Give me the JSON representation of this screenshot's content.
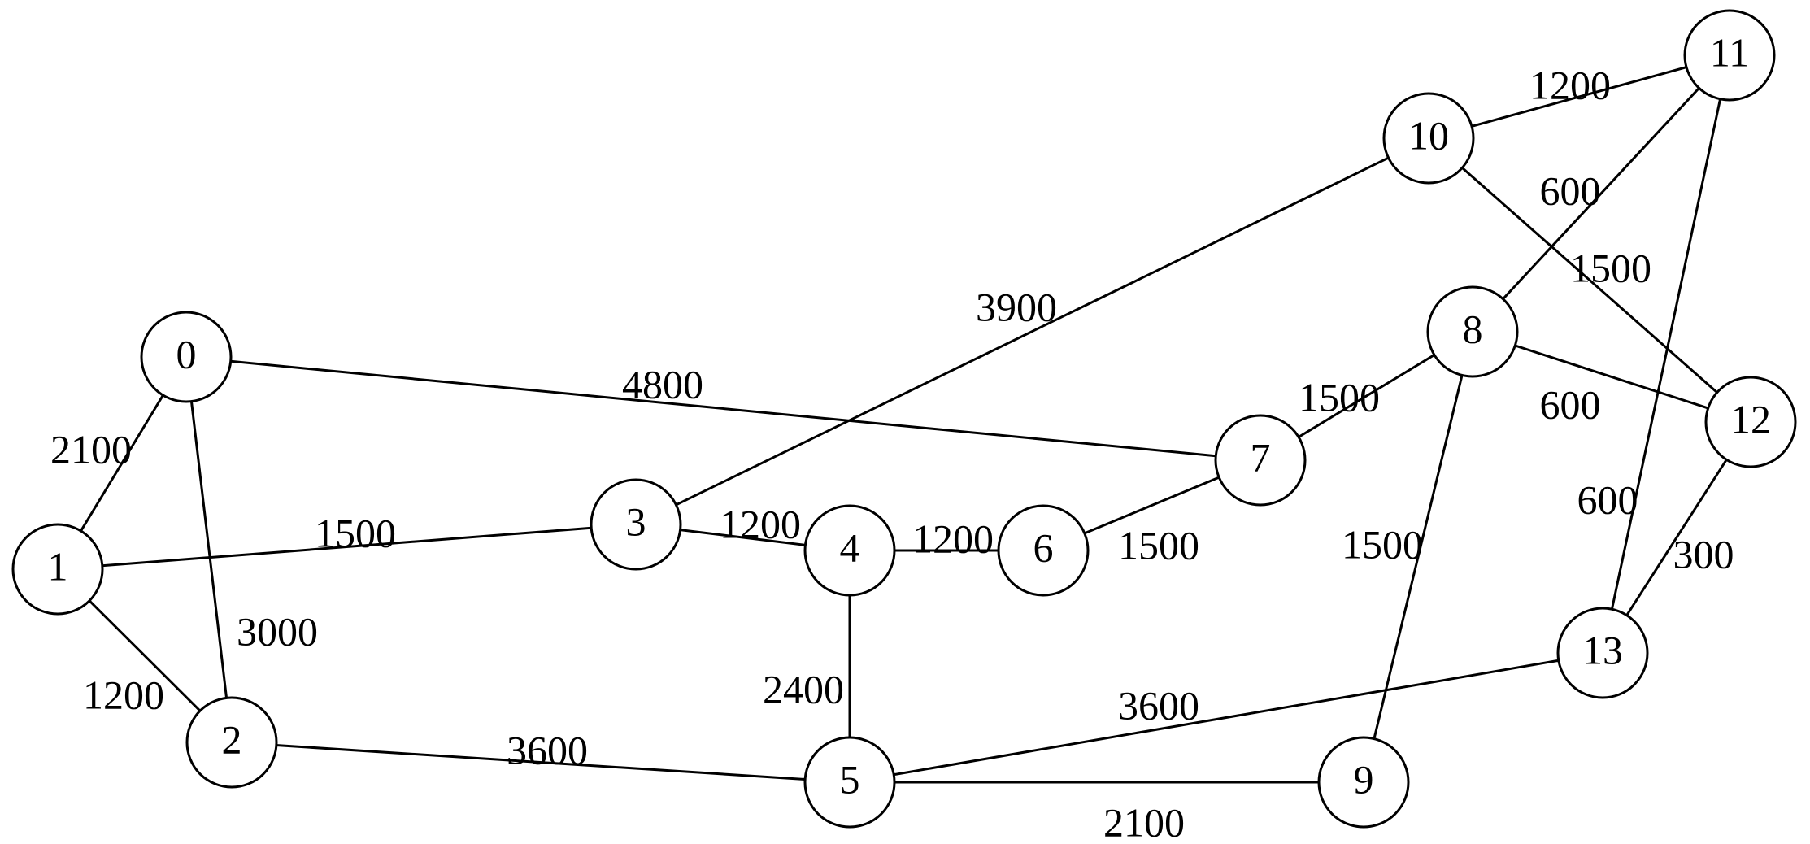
{
  "graph": {
    "nodes": [
      {
        "id": "0"
      },
      {
        "id": "1"
      },
      {
        "id": "2"
      },
      {
        "id": "3"
      },
      {
        "id": "4"
      },
      {
        "id": "5"
      },
      {
        "id": "6"
      },
      {
        "id": "7"
      },
      {
        "id": "8"
      },
      {
        "id": "9"
      },
      {
        "id": "10"
      },
      {
        "id": "11"
      },
      {
        "id": "12"
      },
      {
        "id": "13"
      }
    ],
    "edges": [
      {
        "source": "0",
        "target": "1",
        "weight": "2100"
      },
      {
        "source": "0",
        "target": "2",
        "weight": "3000"
      },
      {
        "source": "0",
        "target": "7",
        "weight": "4800"
      },
      {
        "source": "1",
        "target": "2",
        "weight": "1200"
      },
      {
        "source": "1",
        "target": "3",
        "weight": "1500"
      },
      {
        "source": "2",
        "target": "5",
        "weight": "3600"
      },
      {
        "source": "3",
        "target": "4",
        "weight": "1200"
      },
      {
        "source": "3",
        "target": "10",
        "weight": "3900"
      },
      {
        "source": "4",
        "target": "5",
        "weight": "2400"
      },
      {
        "source": "4",
        "target": "6",
        "weight": "1200"
      },
      {
        "source": "5",
        "target": "9",
        "weight": "2100"
      },
      {
        "source": "5",
        "target": "13",
        "weight": "3600"
      },
      {
        "source": "6",
        "target": "7",
        "weight": "1500"
      },
      {
        "source": "7",
        "target": "8",
        "weight": "1500"
      },
      {
        "source": "8",
        "target": "9",
        "weight": "1500"
      },
      {
        "source": "8",
        "target": "11",
        "weight": "600"
      },
      {
        "source": "8",
        "target": "12",
        "weight": "600"
      },
      {
        "source": "10",
        "target": "11",
        "weight": "1200"
      },
      {
        "source": "10",
        "target": "12",
        "weight": "1500"
      },
      {
        "source": "11",
        "target": "13",
        "weight": "600"
      },
      {
        "source": "12",
        "target": "13",
        "weight": "300"
      }
    ]
  }
}
